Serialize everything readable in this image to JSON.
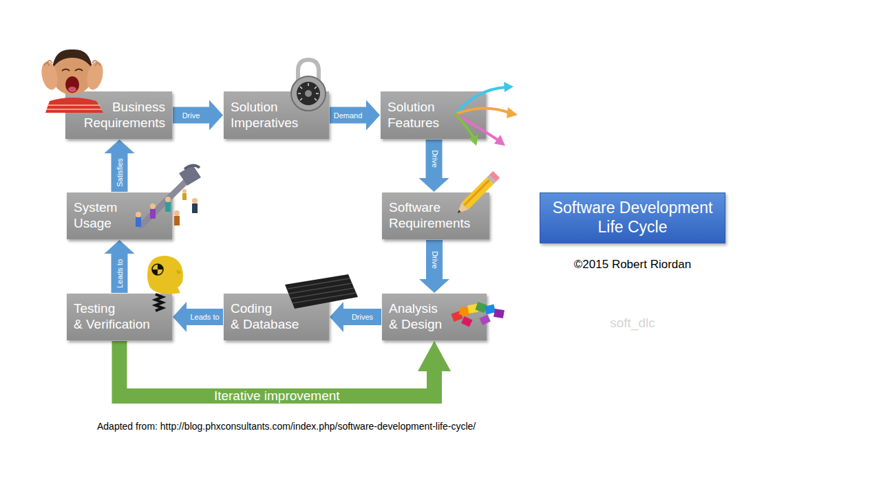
{
  "diagram": {
    "nodes": [
      {
        "text": [
          "Business Requirements"
        ]
      },
      {
        "text": [
          "Solution Imperatives"
        ]
      },
      {
        "text": [
          "Solution Features"
        ]
      },
      {
        "text": [
          "Software Requirements"
        ]
      },
      {
        "text": [
          "Analysis & Design"
        ]
      },
      {
        "text": [
          "Coding & Database"
        ]
      },
      {
        "text": [
          "Testing & Verification"
        ]
      },
      {
        "text": [
          "System Usage"
        ]
      },
      {
        "text": [
          "Software Development Life Cycle"
        ]
      }
    ],
    "edges": [
      {
        "from": 0,
        "to": 1,
        "label": "Drive",
        "arrow": "to"
      },
      {
        "from": 1,
        "to": 2,
        "label": "Demand",
        "arrow": "to"
      },
      {
        "from": 2,
        "to": 3,
        "label": "Drive",
        "arrow": "to"
      },
      {
        "from": 3,
        "to": 4,
        "label": "Drive",
        "arrow": "to"
      },
      {
        "from": 4,
        "to": 5,
        "label": "Drives",
        "arrow": "to"
      },
      {
        "from": 5,
        "to": 6,
        "label": "Leads to",
        "arrow": "to"
      },
      {
        "from": 6,
        "to": 7,
        "label": "Leads to",
        "arrow": "to"
      },
      {
        "from": 7,
        "to": 0,
        "label": "Satisfies",
        "arrow": "to"
      },
      {
        "from": 6,
        "to": 4,
        "label": "Iterative improvement",
        "arrow": "to"
      }
    ],
    "labels": [
      "©2015 Robert Riordan",
      "soft_dlc",
      "Adapted from: http://blog.phxconsultants.com/index.php/software-development-life-cycle/"
    ]
  }
}
